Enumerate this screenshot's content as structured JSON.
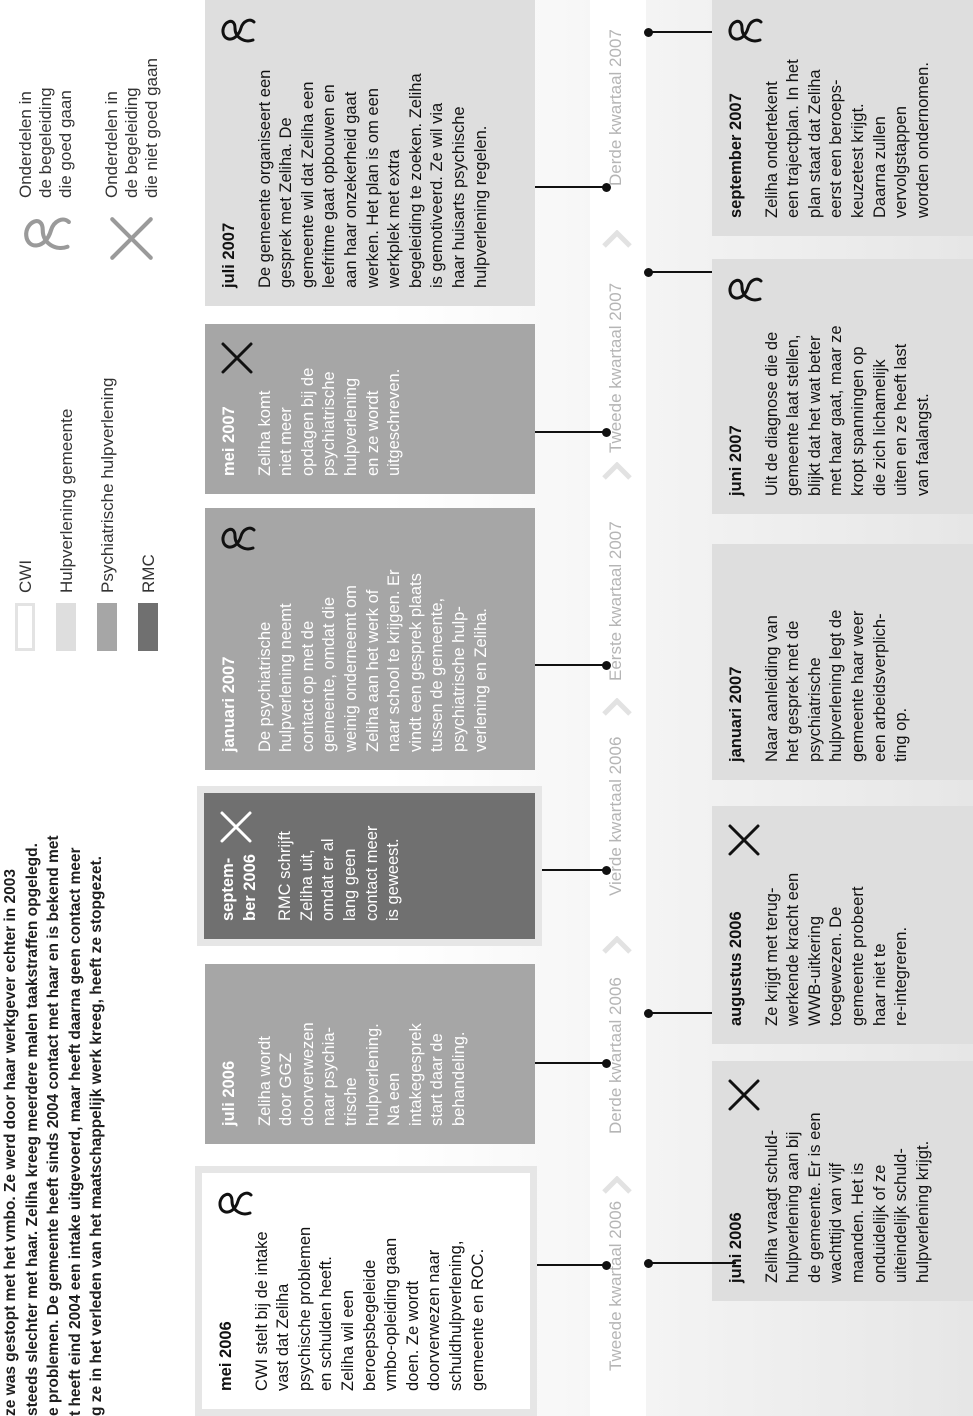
{
  "intro_lines": [
    "ze was gestopt met het vmbo. Ze werd door haar werkgever echter in 2003",
    "steeds slechter met haar. Zeliha kreeg meerdere malen taakstraffen opgelegd.",
    "e problemen. De gemeente heeft sinds 2004 contact met haar en is bekend met",
    "t heeft eind 2004 een intake uitgevoerd, maar heeft daarna geen contact meer",
    "g ze in het verleden van het maatschappelijk werk kreeg, heeft ze stopgezet."
  ],
  "legend": {
    "organizations": [
      {
        "label": "CWI",
        "color": "#ffffff"
      },
      {
        "label": "Hulpverlening gemeente",
        "color": "#dedede"
      },
      {
        "label": "Psychiatrische hulpverlening",
        "color": "#a6a6a6"
      },
      {
        "label": "RMC",
        "color": "#707070"
      }
    ],
    "symbols": [
      {
        "icon": "good-icon",
        "text": "Onderdelen in\nde begeleiding\ndie goed gaan"
      },
      {
        "icon": "bad-icon",
        "text": "Onderdelen in\nde begeleiding\ndie niet goed gaan"
      }
    ]
  },
  "quarters": [
    "Tweede kwartaal 2006",
    "Derde kwartaal 2006",
    "Vierde kwartaal 2006",
    "Eerste kwartaal 2007",
    "Tweede kwartaal 2007",
    "Derde kwartaal 2007"
  ],
  "events_top": [
    {
      "date": "mei 2006",
      "org": "CWI",
      "symbol": "good",
      "text": "CWI stelt bij de intake\nvast dat Zeliha\npsychische problemen\nen schulden heeft.\nZeliha wil een\nberoepsbegeleide\nvmbo-opleiding gaan\ndoen. Ze wordt\ndoorverwezen naar\nschuldhulpverlening,\ngemeente en ROC."
    },
    {
      "date": "juli 2006",
      "org": "Psychiatrische hulpverlening",
      "symbol": "",
      "text": "Zeliha wordt\ndoor GGZ\ndoorverwezen\nnaar psychia-\ntrische\nhulpverlening.\nNa een\nintakegesprek\nstart daar de\nbehandeling."
    },
    {
      "date": "septem-\nber 2006",
      "org": "RMC",
      "symbol": "bad",
      "text": "RMC schrijft\nZeliha uit,\nomdat er al\nlang geen\ncontact meer\nis geweest."
    },
    {
      "date": "januari 2007",
      "org": "Psychiatrische hulpverlening",
      "symbol": "good",
      "text": "De psychiatrische\nhulpverlening neemt\ncontact op met de\ngemeente, omdat die\nweinig onderneemt om\nZeliha aan het werk of\nnaar school te krijgen. Er\nvindt een gesprek plaats\ntussen de gemeente,\npsychiatrische hulp-\nverlening en Zeliha."
    },
    {
      "date": "mei 2007",
      "org": "Psychiatrische hulpverlening",
      "symbol": "bad",
      "text": "Zeliha komt\nniet meer\nopdagen bij de\npsychiatrische\nhulpverlening\nen ze wordt\nuitgeschreven."
    },
    {
      "date": "juli 2007",
      "org": "Hulpverlening gemeente",
      "symbol": "good",
      "text": "De gemeente organiseert een\ngesprek met Zeliha. De\ngemeente wil dat Zeliha een\nleefritme gaat opbouwen en\naan haar onzekerheid gaat\nwerken. Het plan is om een\nwerkplek met extra\nbegeleiding te zoeken. Zeliha\nis gemotiveerd. Ze wil via\nhaar huisarts psychische\nhulpverlening regelen."
    }
  ],
  "events_bottom": [
    {
      "date": "juni 2006",
      "org": "Hulpverlening gemeente",
      "symbol": "bad",
      "text": "Zeliha vraagt schuld-\nhulpverlening aan bij\nde gemeente. Er is een\nwachttijd van vijf\nmaanden. Het is\nonduidelijk of ze\nuiteindelijk schuld-\nhulpverlening krijgt."
    },
    {
      "date": "augustus 2006",
      "org": "Hulpverlening gemeente",
      "symbol": "bad",
      "text": "Ze krijgt met terug-\nwerkende kracht een\nWWB-uitkering\ntoegewezen. De\ngemeente probeert\nhaar niet te\nre-integreren."
    },
    {
      "date": "januari 2007",
      "org": "Hulpverlening gemeente",
      "symbol": "",
      "text": "Naar aanleiding van\nhet gesprek met de\npsychiatrische\nhulpverlening legt de\ngemeente haar weer\neen arbeidsverplich-\nting op."
    },
    {
      "date": "juni 2007",
      "org": "Hulpverlening gemeente",
      "symbol": "good",
      "text": "Uit de diagnose die de\ngemeente laat stellen,\nblijkt dat het wat beter\nmet haar gaat, maar ze\nkropt spanningen op\ndie zich lichamelijk\nuiten en ze heeft last\nvan faalangst."
    },
    {
      "date": "september 2007",
      "org": "Hulpverlening gemeente",
      "symbol": "good",
      "text": "Zeliha ondertekent\neen trajectplan. In het\nplan staat dat Zeliha\neerst een beroeps-\nkeuzetest krijgt.\nDaarna zullen\nvervolgstappen\nworden ondernomen."
    }
  ]
}
